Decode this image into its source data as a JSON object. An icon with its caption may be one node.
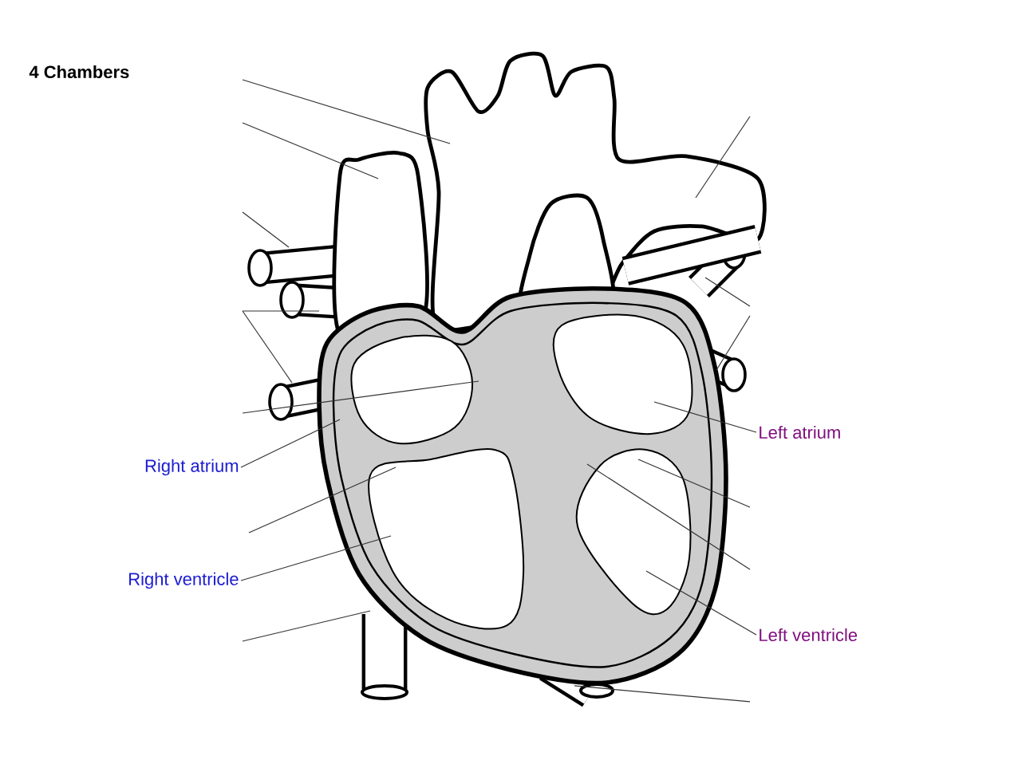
{
  "diagram": {
    "title": "4 Chambers",
    "nodes": [
      {
        "text": [
          "Right atrium"
        ]
      },
      {
        "text": [
          "Right ventricle"
        ]
      },
      {
        "text": [
          "Left atrium"
        ]
      },
      {
        "text": [
          "Left ventricle"
        ]
      }
    ],
    "edges": [
      {
        "from": 0,
        "to": null,
        "arrow": "none"
      },
      {
        "from": 1,
        "to": null,
        "arrow": "none"
      },
      {
        "from": 2,
        "to": null,
        "arrow": "none"
      },
      {
        "from": 3,
        "to": null,
        "arrow": "none"
      }
    ]
  }
}
